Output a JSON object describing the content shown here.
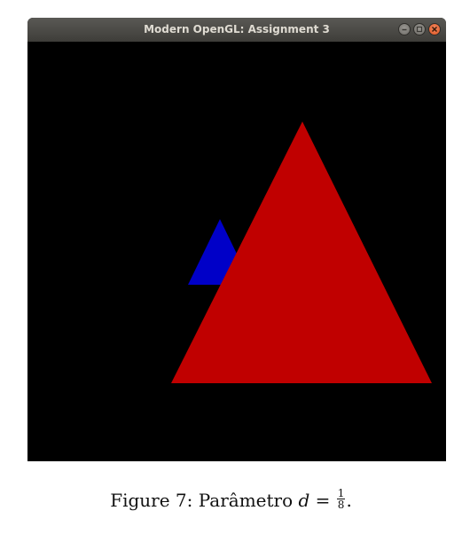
{
  "window": {
    "title": "Modern OpenGL: Assignment 3",
    "controls": [
      "minimize-icon",
      "maximize-icon",
      "close-icon"
    ]
  },
  "scene": {
    "background_color": "#000000",
    "triangles": [
      {
        "name": "blue-triangle",
        "color": "#0000c8"
      },
      {
        "name": "red-triangle",
        "color": "#c00000"
      }
    ]
  },
  "caption": {
    "prefix": "Figure 7:  Parâmetro ",
    "variable": "d",
    "equals": " = ",
    "fraction_numerator": "1",
    "fraction_denominator": "8",
    "suffix": "."
  }
}
